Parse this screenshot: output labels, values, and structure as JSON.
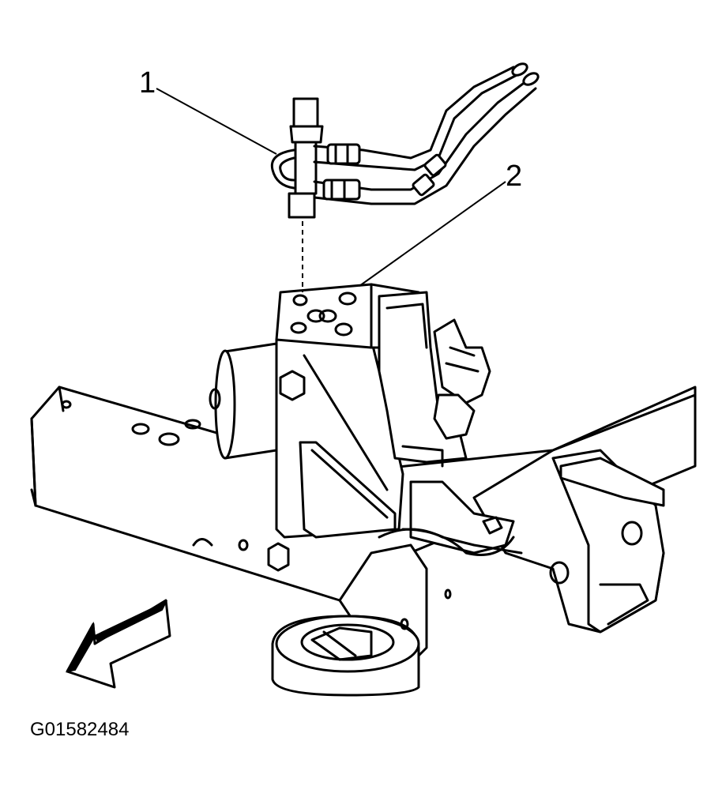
{
  "callouts": [
    {
      "label": "1"
    },
    {
      "label": "2"
    }
  ],
  "figure_id": "G01582484",
  "icons": {
    "direction_arrow": "front-direction-arrow-icon"
  }
}
